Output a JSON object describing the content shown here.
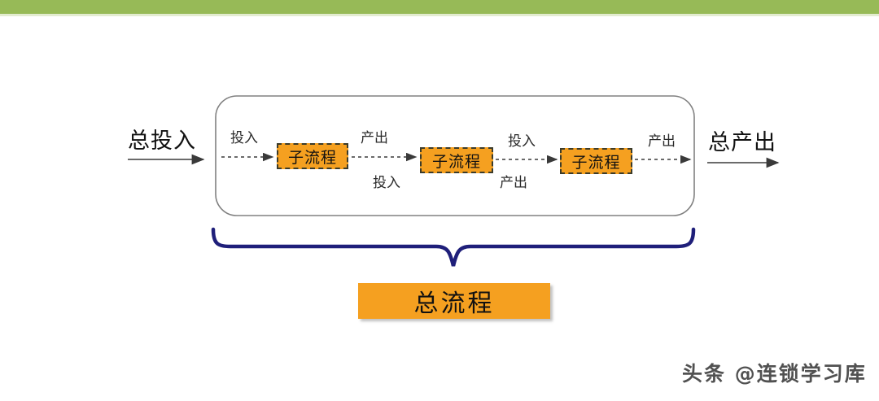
{
  "slide": {
    "background_color": "#ffffff",
    "top_bar_color": "#97ba57",
    "accent_orange": "#f5a020",
    "brace_color": "#1f1f7a",
    "container_border_color": "#808080"
  },
  "diagram": {
    "overall_input_label": "总投入",
    "overall_output_label": "总产出",
    "sub_processes": [
      {
        "label": "子流程"
      },
      {
        "label": "子流程"
      },
      {
        "label": "子流程"
      }
    ],
    "flow_labels_top": [
      {
        "text": "投入"
      },
      {
        "text": "产出"
      },
      {
        "text": "投入"
      },
      {
        "text": "产出"
      }
    ],
    "flow_labels_bottom": [
      {
        "text": "投入"
      },
      {
        "text": "产出"
      }
    ],
    "summary_banner_label": "总流程"
  },
  "watermark": {
    "text": "头条 @连锁学习库"
  }
}
